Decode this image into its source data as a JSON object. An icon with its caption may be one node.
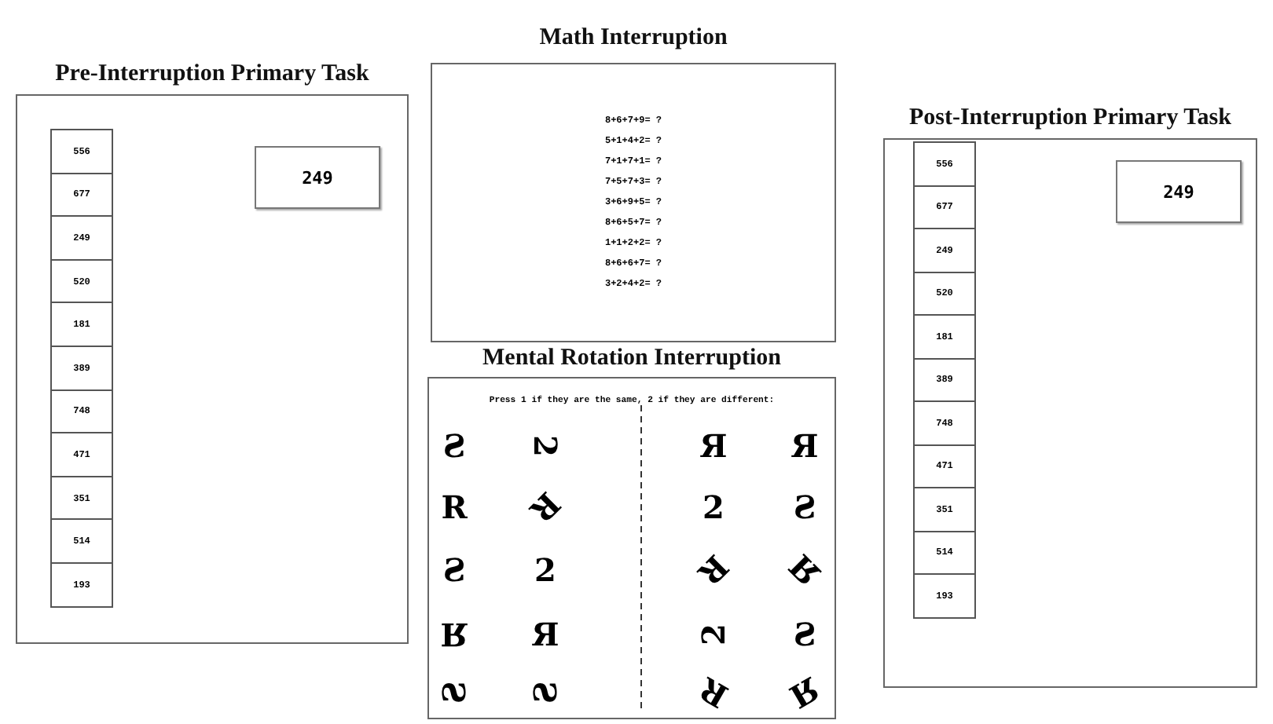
{
  "diagram": {
    "nodes": [
      {
        "text": [
          "Pre-Interruption Primary Task"
        ]
      },
      {
        "text": [
          "556"
        ],
        "in": 0
      },
      {
        "text": [
          "677"
        ],
        "in": 0
      },
      {
        "text": [
          "249"
        ],
        "in": 0
      },
      {
        "text": [
          "520"
        ],
        "in": 0
      },
      {
        "text": [
          "181"
        ],
        "in": 0
      },
      {
        "text": [
          "389"
        ],
        "in": 0
      },
      {
        "text": [
          "748"
        ],
        "in": 0
      },
      {
        "text": [
          "471"
        ],
        "in": 0
      },
      {
        "text": [
          "351"
        ],
        "in": 0
      },
      {
        "text": [
          "514"
        ],
        "in": 0
      },
      {
        "text": [
          "193"
        ],
        "in": 0
      },
      {
        "text": [
          "249"
        ],
        "in": 0
      },
      {
        "text": [
          "Math Interruption",
          "8+6+7+9= ?",
          "5+1+4+2= ?",
          "7+1+7+1= ?",
          "7+5+7+3= ?",
          "3+6+9+5= ?",
          "8+6+5+7= ?",
          "1+1+2+2= ?",
          "8+6+6+7= ?",
          "3+2+4+2= ?"
        ]
      },
      {
        "text": [
          "Mental Rotation Interruption",
          "Press 1 if they are the same, 2 if they are different:"
        ]
      },
      {
        "text": [
          "Post-Interruption Primary Task"
        ]
      },
      {
        "text": [
          "556"
        ],
        "in": 15
      },
      {
        "text": [
          "677"
        ],
        "in": 15
      },
      {
        "text": [
          "249"
        ],
        "in": 15
      },
      {
        "text": [
          "520"
        ],
        "in": 15
      },
      {
        "text": [
          "181"
        ],
        "in": 15
      },
      {
        "text": [
          "389"
        ],
        "in": 15
      },
      {
        "text": [
          "748"
        ],
        "in": 15
      },
      {
        "text": [
          "471"
        ],
        "in": 15
      },
      {
        "text": [
          "351"
        ],
        "in": 15
      },
      {
        "text": [
          "514"
        ],
        "in": 15
      },
      {
        "text": [
          "193"
        ],
        "in": 15
      },
      {
        "text": [
          "249"
        ],
        "in": 15
      }
    ],
    "edges": [],
    "labels": [
      "Ƨ",
      "2",
      "Я",
      "Я",
      "R",
      "R",
      "2",
      "Ƨ",
      "Ƨ",
      "2",
      "R",
      "Я",
      "Я",
      "Я",
      "2",
      "Ƨ",
      "Ƨ",
      "Ƨ",
      "R",
      "Я"
    ]
  }
}
